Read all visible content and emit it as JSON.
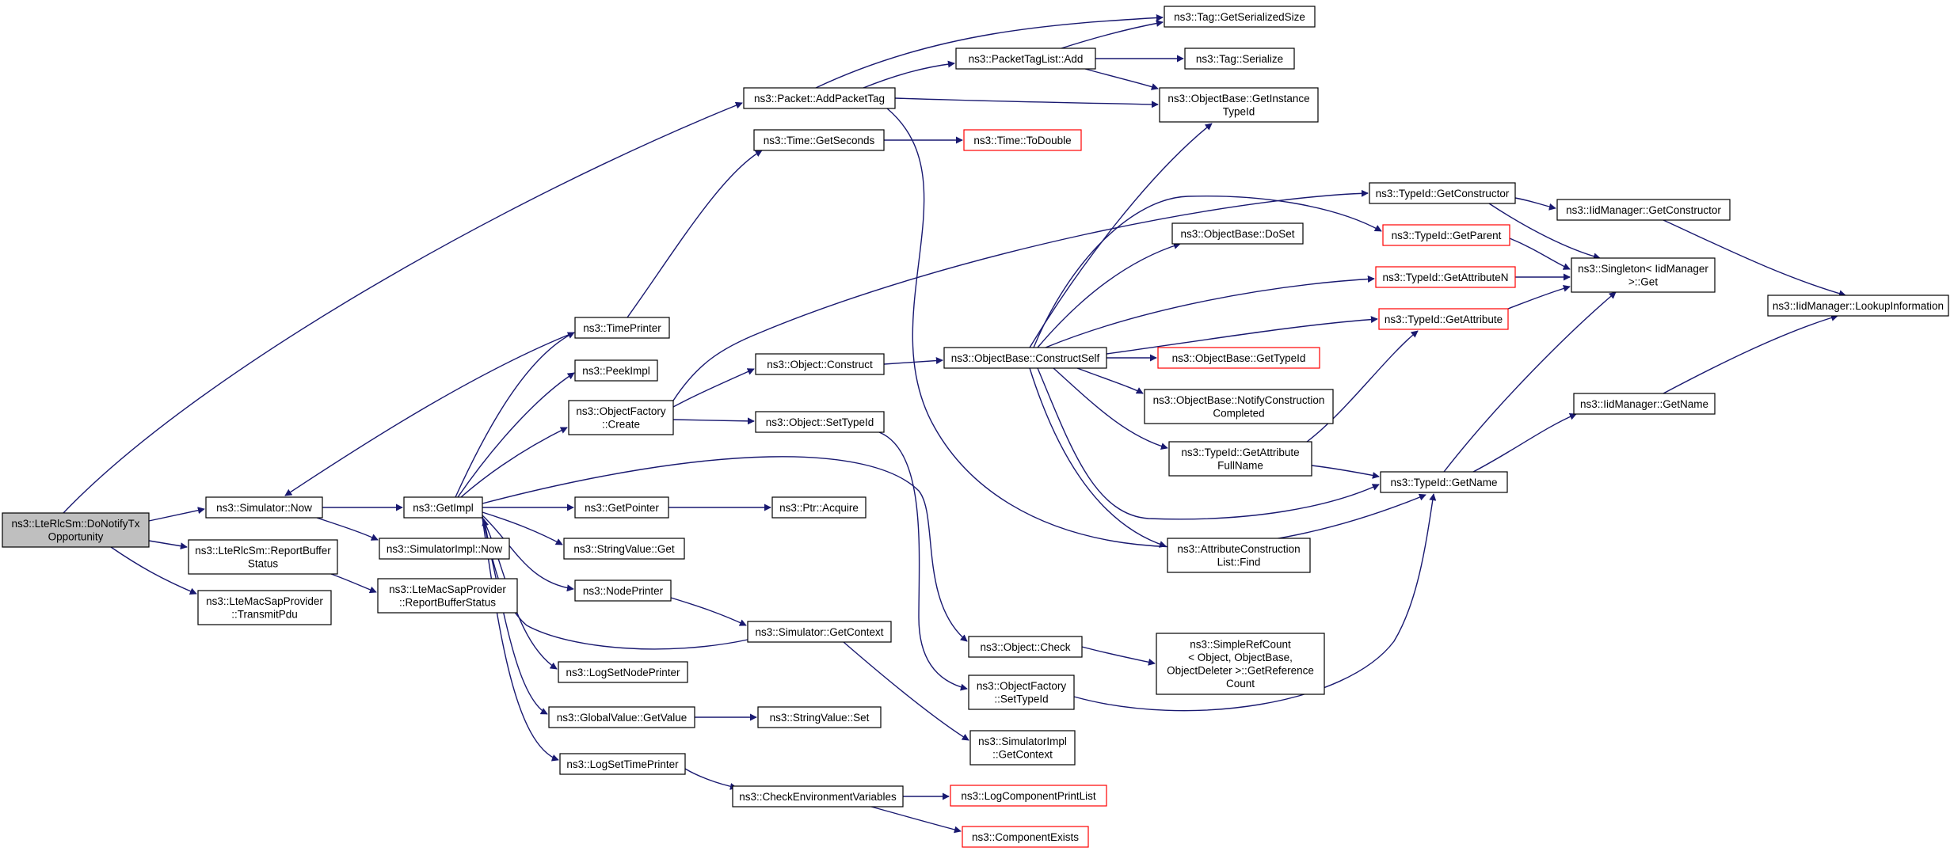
{
  "graph": {
    "colors": {
      "edge": "#191970",
      "node_border": "#000000",
      "node_border_truncated": "#ff0000",
      "root_fill": "#bfbfbf",
      "node_fill": "#ffffff"
    },
    "nodes": [
      {
        "id": "n_root",
        "lines": [
          "ns3::LteRlcSm::DoNotifyTx",
          "Opportunity"
        ],
        "root": true
      },
      {
        "id": "n_sim_now",
        "lines": [
          "ns3::Simulator::Now"
        ]
      },
      {
        "id": "n_report_buffer",
        "lines": [
          "ns3::LteRlcSm::ReportBuffer",
          "Status"
        ]
      },
      {
        "id": "n_transmit_pdu",
        "lines": [
          "ns3::LteMacSapProvider",
          "::TransmitPdu"
        ]
      },
      {
        "id": "n_time_printer",
        "lines": [
          "ns3::TimePrinter"
        ]
      },
      {
        "id": "n_get_impl",
        "lines": [
          "ns3::GetImpl"
        ]
      },
      {
        "id": "n_simimpl_now",
        "lines": [
          "ns3::SimulatorImpl::Now"
        ]
      },
      {
        "id": "n_mac_report",
        "lines": [
          "ns3::LteMacSapProvider",
          "::ReportBufferStatus"
        ]
      },
      {
        "id": "n_peek_impl",
        "lines": [
          "ns3::PeekImpl"
        ]
      },
      {
        "id": "n_of_create",
        "lines": [
          "ns3::ObjectFactory",
          "::Create"
        ]
      },
      {
        "id": "n_get_pointer",
        "lines": [
          "ns3::GetPointer"
        ]
      },
      {
        "id": "n_stringvalue_get",
        "lines": [
          "ns3::StringValue::Get"
        ]
      },
      {
        "id": "n_node_printer",
        "lines": [
          "ns3::NodePrinter"
        ]
      },
      {
        "id": "n_log_set_node",
        "lines": [
          "ns3::LogSetNodePrinter"
        ]
      },
      {
        "id": "n_gv_getvalue",
        "lines": [
          "ns3::GlobalValue::GetValue"
        ]
      },
      {
        "id": "n_log_set_time",
        "lines": [
          "ns3::LogSetTimePrinter"
        ]
      },
      {
        "id": "n_add_packet_tag",
        "lines": [
          "ns3::Packet::AddPacketTag"
        ]
      },
      {
        "id": "n_time_getseconds",
        "lines": [
          "ns3::Time::GetSeconds"
        ]
      },
      {
        "id": "n_obj_construct",
        "lines": [
          "ns3::Object::Construct"
        ]
      },
      {
        "id": "n_obj_settypeid",
        "lines": [
          "ns3::Object::SetTypeId"
        ]
      },
      {
        "id": "n_ptr_acquire",
        "lines": [
          "ns3::Ptr::Acquire"
        ]
      },
      {
        "id": "n_sim_getcontext",
        "lines": [
          "ns3::Simulator::GetContext"
        ]
      },
      {
        "id": "n_stringvalue_set",
        "lines": [
          "ns3::StringValue::Set"
        ]
      },
      {
        "id": "n_check_env",
        "lines": [
          "ns3::CheckEnvironmentVariables"
        ]
      },
      {
        "id": "n_ptl_add",
        "lines": [
          "ns3::PacketTagList::Add"
        ]
      },
      {
        "id": "n_time_todouble",
        "lines": [
          "ns3::Time::ToDouble"
        ],
        "truncated": true
      },
      {
        "id": "n_ob_constructself",
        "lines": [
          "ns3::ObjectBase::ConstructSelf"
        ]
      },
      {
        "id": "n_obj_check",
        "lines": [
          "ns3::Object::Check"
        ]
      },
      {
        "id": "n_of_settypeid",
        "lines": [
          "ns3::ObjectFactory",
          "::SetTypeId"
        ]
      },
      {
        "id": "n_simimpl_getcontext",
        "lines": [
          "ns3::SimulatorImpl",
          "::GetContext"
        ]
      },
      {
        "id": "n_log_print_list",
        "lines": [
          "ns3::LogComponentPrintList"
        ],
        "truncated": true
      },
      {
        "id": "n_component_exists",
        "lines": [
          "ns3::ComponentExists"
        ],
        "truncated": true
      },
      {
        "id": "n_tag_getsize",
        "lines": [
          "ns3::Tag::GetSerializedSize"
        ]
      },
      {
        "id": "n_tag_serialize",
        "lines": [
          "ns3::Tag::Serialize"
        ]
      },
      {
        "id": "n_ob_getinstancetypeid",
        "lines": [
          "ns3::ObjectBase::GetInstance",
          "TypeId"
        ]
      },
      {
        "id": "n_ob_doset",
        "lines": [
          "ns3::ObjectBase::DoSet"
        ]
      },
      {
        "id": "n_ob_gettypeid",
        "lines": [
          "ns3::ObjectBase::GetTypeId"
        ],
        "truncated": true
      },
      {
        "id": "n_ob_notify",
        "lines": [
          "ns3::ObjectBase::NotifyConstruction",
          "Completed"
        ]
      },
      {
        "id": "n_tid_getattrfullname",
        "lines": [
          "ns3::TypeId::GetAttribute",
          "FullName"
        ]
      },
      {
        "id": "n_acl_find",
        "lines": [
          "ns3::AttributeConstruction",
          "List::Find"
        ]
      },
      {
        "id": "n_srefcount",
        "lines": [
          "ns3::SimpleRefCount",
          "< Object, ObjectBase,",
          "ObjectDeleter >::GetReference",
          "Count"
        ]
      },
      {
        "id": "n_tid_getconstructor",
        "lines": [
          "ns3::TypeId::GetConstructor"
        ]
      },
      {
        "id": "n_tid_getparent",
        "lines": [
          "ns3::TypeId::GetParent"
        ],
        "truncated": true
      },
      {
        "id": "n_tid_getattributen",
        "lines": [
          "ns3::TypeId::GetAttributeN"
        ],
        "truncated": true
      },
      {
        "id": "n_tid_getattribute",
        "lines": [
          "ns3::TypeId::GetAttribute"
        ],
        "truncated": true
      },
      {
        "id": "n_tid_getname",
        "lines": [
          "ns3::TypeId::GetName"
        ]
      },
      {
        "id": "n_iid_getconstructor",
        "lines": [
          "ns3::IidManager::GetConstructor"
        ]
      },
      {
        "id": "n_singleton_get",
        "lines": [
          "ns3::Singleton< IidManager",
          ">::Get"
        ]
      },
      {
        "id": "n_iid_getname",
        "lines": [
          "ns3::IidManager::GetName"
        ]
      },
      {
        "id": "n_iid_lookup",
        "lines": [
          "ns3::IidManager::LookupInformation"
        ]
      }
    ],
    "edges": [
      [
        "n_root",
        "n_sim_now"
      ],
      [
        "n_root",
        "n_report_buffer"
      ],
      [
        "n_root",
        "n_transmit_pdu"
      ],
      [
        "n_root",
        "n_add_packet_tag"
      ],
      [
        "n_sim_now",
        "n_get_impl"
      ],
      [
        "n_sim_now",
        "n_simimpl_now"
      ],
      [
        "n_report_buffer",
        "n_mac_report"
      ],
      [
        "n_get_impl",
        "n_time_printer"
      ],
      [
        "n_get_impl",
        "n_peek_impl"
      ],
      [
        "n_get_impl",
        "n_of_create"
      ],
      [
        "n_get_impl",
        "n_get_pointer"
      ],
      [
        "n_get_impl",
        "n_stringvalue_get"
      ],
      [
        "n_get_impl",
        "n_node_printer"
      ],
      [
        "n_get_impl",
        "n_log_set_node"
      ],
      [
        "n_get_impl",
        "n_gv_getvalue"
      ],
      [
        "n_get_impl",
        "n_log_set_time"
      ],
      [
        "n_get_impl",
        "n_obj_check"
      ],
      [
        "n_time_printer",
        "n_sim_now"
      ],
      [
        "n_time_printer",
        "n_time_getseconds"
      ],
      [
        "n_sim_getcontext",
        "n_get_impl"
      ],
      [
        "n_node_printer",
        "n_sim_getcontext"
      ],
      [
        "n_sim_getcontext",
        "n_simimpl_getcontext"
      ],
      [
        "n_of_create",
        "n_obj_construct"
      ],
      [
        "n_of_create",
        "n_obj_settypeid"
      ],
      [
        "n_of_create",
        "n_tid_getconstructor"
      ],
      [
        "n_get_pointer",
        "n_ptr_acquire"
      ],
      [
        "n_gv_getvalue",
        "n_stringvalue_set"
      ],
      [
        "n_log_set_time",
        "n_check_env"
      ],
      [
        "n_check_env",
        "n_log_print_list"
      ],
      [
        "n_check_env",
        "n_component_exists"
      ],
      [
        "n_add_packet_tag",
        "n_ptl_add"
      ],
      [
        "n_add_packet_tag",
        "n_tag_getsize"
      ],
      [
        "n_add_packet_tag",
        "n_ob_getinstancetypeid"
      ],
      [
        "n_add_packet_tag",
        "n_tid_getname"
      ],
      [
        "n_ptl_add",
        "n_tag_getsize"
      ],
      [
        "n_ptl_add",
        "n_tag_serialize"
      ],
      [
        "n_ptl_add",
        "n_ob_getinstancetypeid"
      ],
      [
        "n_time_getseconds",
        "n_time_todouble"
      ],
      [
        "n_obj_construct",
        "n_ob_constructself"
      ],
      [
        "n_obj_settypeid",
        "n_of_settypeid"
      ],
      [
        "n_obj_check",
        "n_srefcount"
      ],
      [
        "n_of_settypeid",
        "n_tid_getname"
      ],
      [
        "n_ob_constructself",
        "n_ob_getinstancetypeid"
      ],
      [
        "n_ob_constructself",
        "n_tid_getparent"
      ],
      [
        "n_ob_constructself",
        "n_ob_doset"
      ],
      [
        "n_ob_constructself",
        "n_tid_getattributen"
      ],
      [
        "n_ob_constructself",
        "n_tid_getattribute"
      ],
      [
        "n_ob_constructself",
        "n_ob_gettypeid"
      ],
      [
        "n_ob_constructself",
        "n_ob_notify"
      ],
      [
        "n_ob_constructself",
        "n_tid_getattrfullname"
      ],
      [
        "n_ob_constructself",
        "n_tid_getname"
      ],
      [
        "n_ob_constructself",
        "n_acl_find"
      ],
      [
        "n_tid_getattrfullname",
        "n_tid_getattribute"
      ],
      [
        "n_tid_getattrfullname",
        "n_tid_getname"
      ],
      [
        "n_tid_getconstructor",
        "n_iid_getconstructor"
      ],
      [
        "n_tid_getconstructor",
        "n_singleton_get"
      ],
      [
        "n_tid_getparent",
        "n_singleton_get"
      ],
      [
        "n_tid_getattributen",
        "n_singleton_get"
      ],
      [
        "n_tid_getattribute",
        "n_singleton_get"
      ],
      [
        "n_tid_getname",
        "n_singleton_get"
      ],
      [
        "n_tid_getname",
        "n_iid_getname"
      ],
      [
        "n_iid_getconstructor",
        "n_iid_lookup"
      ],
      [
        "n_iid_getname",
        "n_iid_lookup"
      ]
    ]
  }
}
